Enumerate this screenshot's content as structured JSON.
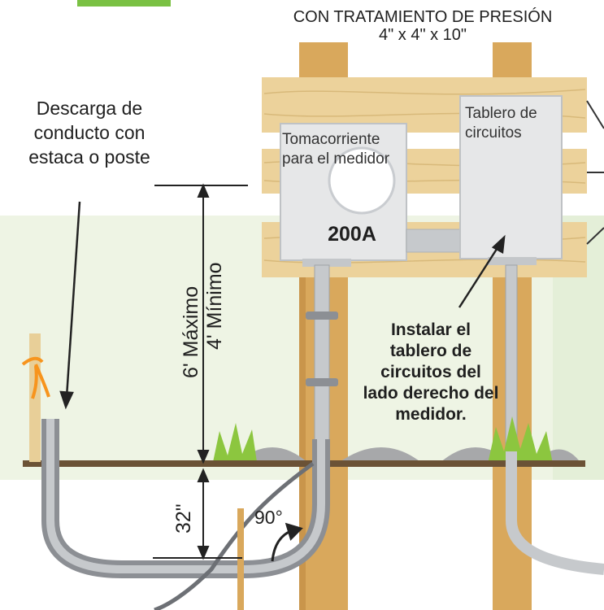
{
  "header": {
    "treatment": "CON TRATAMIENTO DE PRESIÓN",
    "post_size": "4\" x 4\" x 10\""
  },
  "labels": {
    "discharge": "Descarga de conducto con estaca o poste",
    "meter_socket": "Tomacorriente para el medidor",
    "panel": "Tablero de circuitos",
    "amperage": "200A",
    "instruction": "Instalar el tablero de circuitos del lado derecho del medidor.",
    "height_max": "6' Máximo",
    "height_min": "4' Mínimo",
    "depth": "32\"",
    "angle": "90°"
  },
  "colors": {
    "wood": "#e7c88b",
    "post": "#d9a85c",
    "lawn": "#eef4e4",
    "ground": "#6b5236",
    "conduit": "#8c8f94",
    "accent": "#7ac143"
  }
}
